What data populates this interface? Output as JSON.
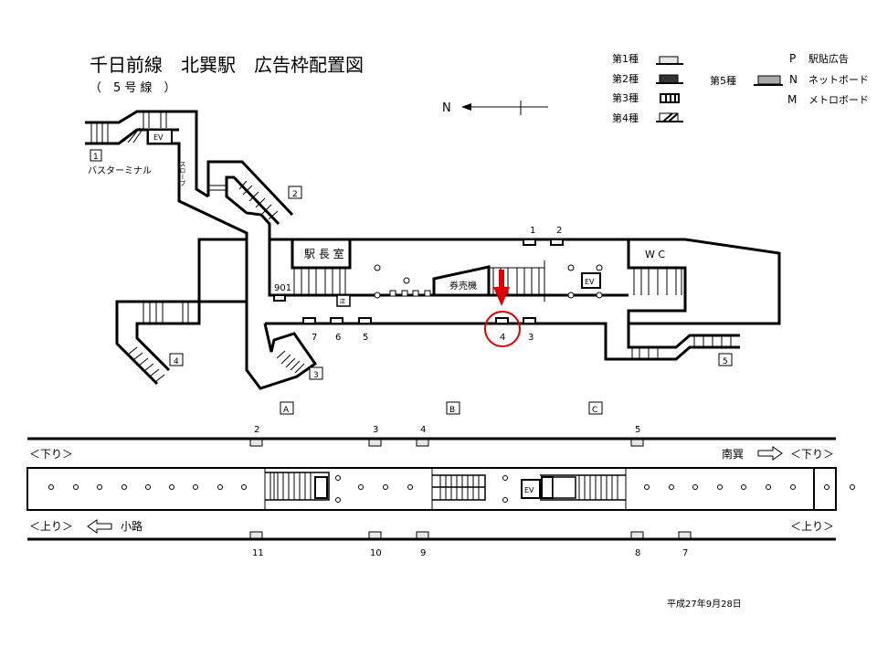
{
  "header": {
    "title": "千日前線　北巽駅　広告枠配置図",
    "subtitle": "（　5 号 線　）"
  },
  "north_label": "N",
  "legend": {
    "types": [
      "第1種",
      "第2種",
      "第3種",
      "第4種",
      "第5種"
    ],
    "codes": [
      {
        "code": "P",
        "label": "駅貼広告"
      },
      {
        "code": "N",
        "label": "ネットボード"
      },
      {
        "code": "M",
        "label": "メトロボード"
      }
    ],
    "colors": {
      "type1": "#e8e8e8",
      "type2": "#333333",
      "type5": "#aaaaaa"
    }
  },
  "concourse": {
    "exits": [
      "1",
      "2",
      "3",
      "4",
      "5"
    ],
    "exit1_label": "バスターミナル",
    "slope_label": "スロープ",
    "station_office": "駅 長 室",
    "ticket_machine": "券売機",
    "wc": "W C",
    "ev": "EV",
    "shop": "店",
    "frame_901": "901",
    "frames": [
      "1",
      "2",
      "3",
      "4",
      "5",
      "6",
      "7"
    ],
    "highlighted_frame": "4",
    "highlight_color": "#e00000"
  },
  "sections": [
    "A",
    "B",
    "C"
  ],
  "platform": {
    "down_left": "＜下り＞",
    "down_right": "＜下り＞",
    "up_left": "＜上り＞",
    "up_right": "＜上り＞",
    "to_south": "南巽",
    "to_north": "小路",
    "ev": "EV",
    "top_frames": [
      "2",
      "3",
      "4",
      "5"
    ],
    "bottom_frames": [
      "11",
      "10",
      "9",
      "8",
      "7"
    ]
  },
  "date": "平成27年9月28日"
}
